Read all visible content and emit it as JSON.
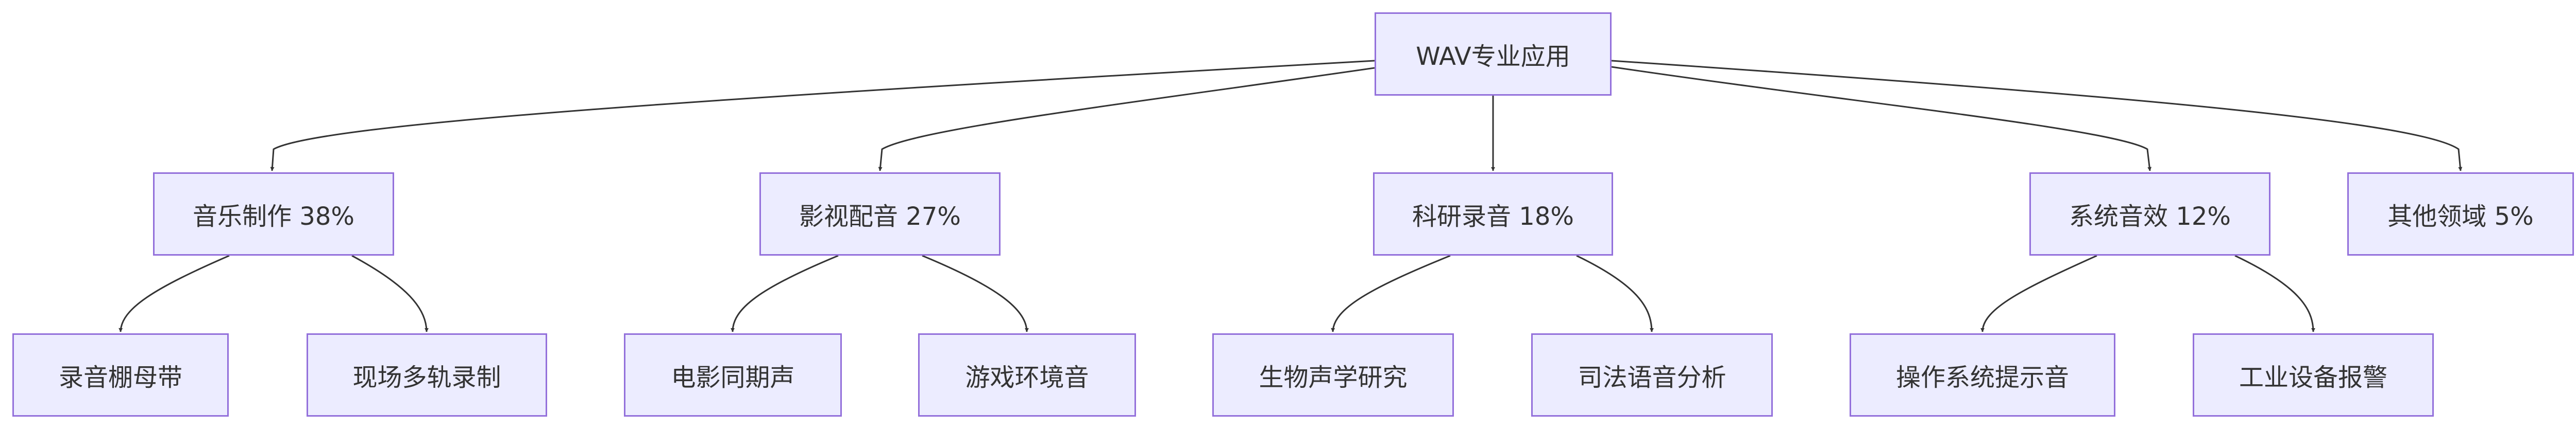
{
  "diagram": {
    "root": "WAV专业应用",
    "categories": [
      {
        "label": "音乐制作 38%",
        "children": [
          "录音棚母带",
          "现场多轨录制"
        ]
      },
      {
        "label": "影视配音 27%",
        "children": [
          "电影同期声",
          "游戏环境音"
        ]
      },
      {
        "label": "科研录音 18%",
        "children": [
          "生物声学研究",
          "司法语音分析"
        ]
      },
      {
        "label": "系统音效 12%",
        "children": [
          "操作系统提示音",
          "工业设备报警"
        ]
      },
      {
        "label": "其他领域 5%",
        "children": []
      }
    ]
  },
  "colors": {
    "node_fill": "#ECECFF",
    "node_border": "#9370DB",
    "edge": "#333333",
    "text": "#333333"
  }
}
